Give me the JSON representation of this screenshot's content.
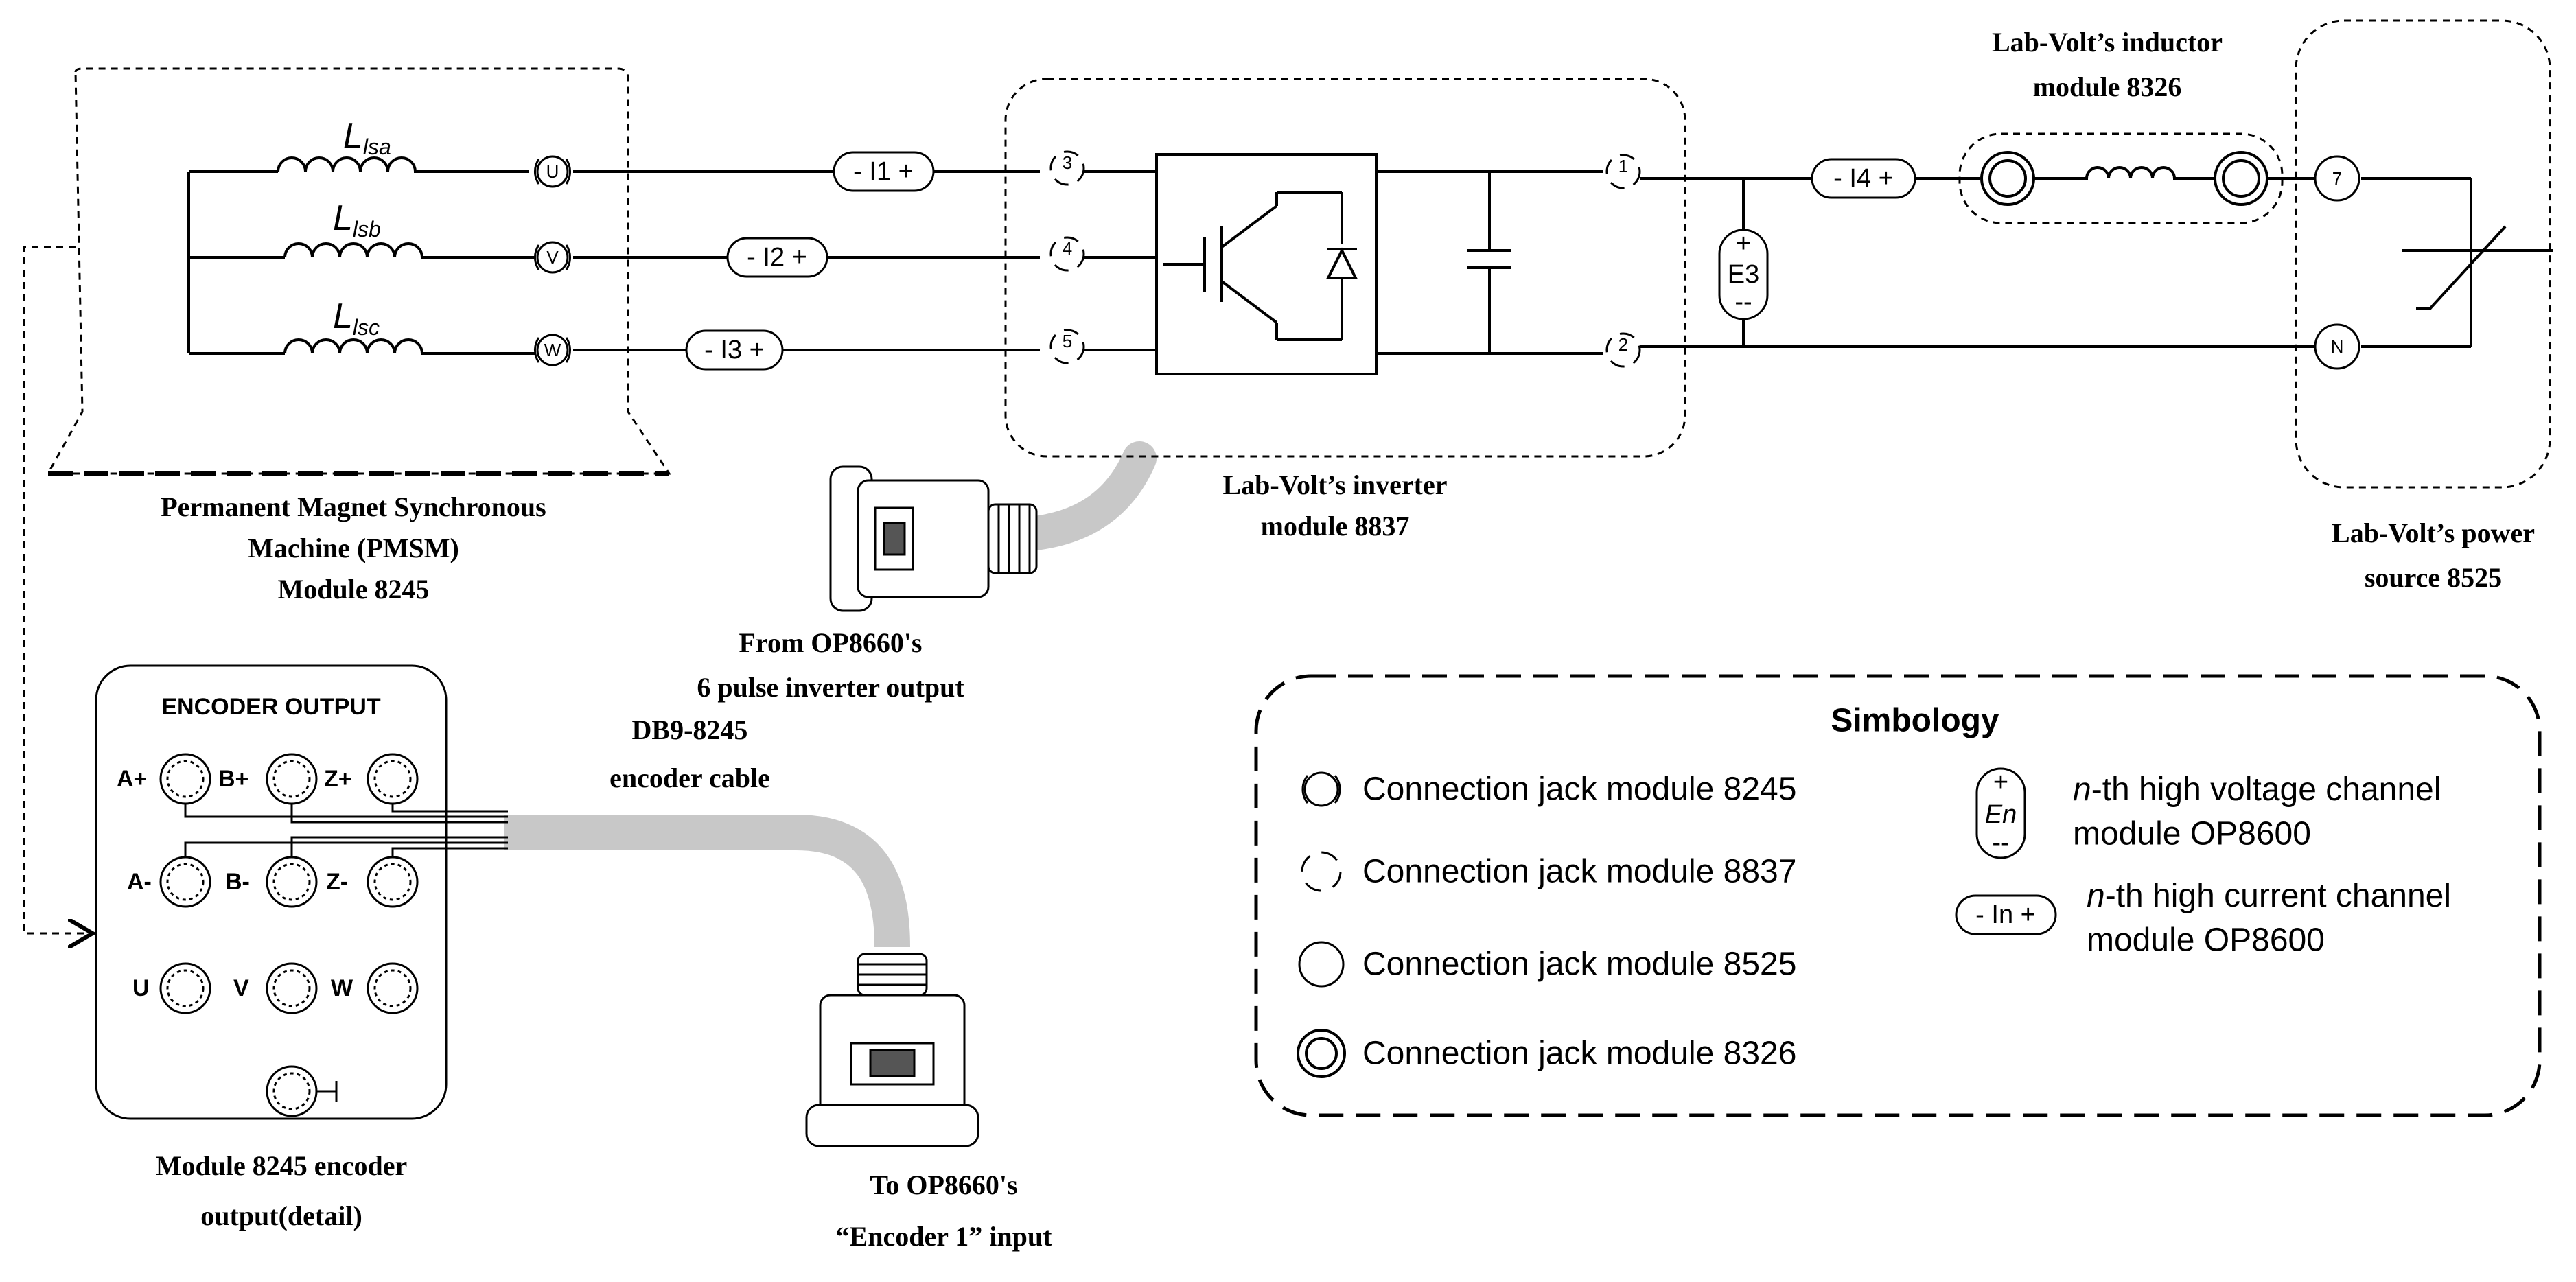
{
  "inductors": {
    "lsa": "L",
    "lsa_sub": "lsa",
    "lsb": "L",
    "lsb_sub": "lsb",
    "lsc": "L",
    "lsc_sub": "lsc"
  },
  "pmsm_jacks": {
    "u": "U",
    "v": "V",
    "w": "W"
  },
  "current_channels": {
    "i1": "- I1 +",
    "i2": "- I2 +",
    "i3": "- I3 +",
    "i4": "- I4 +"
  },
  "inverter_jacks": {
    "j3": "3",
    "j4": "4",
    "j5": "5",
    "j1": "1",
    "j2": "2"
  },
  "voltage_channel": {
    "plus": "+",
    "name": "E3",
    "minus": "--"
  },
  "source_jacks": {
    "j7": "7",
    "jn": "N"
  },
  "labels": {
    "pmsm": [
      "Permanent Magnet Synchronous",
      "Machine (PMSM)",
      "Module 8245"
    ],
    "inverter": [
      "Lab-Volt’s inverter",
      "module 8837"
    ],
    "inductor_module": [
      "Lab-Volt’s inductor",
      "module 8326"
    ],
    "power_source": [
      "Lab-Volt’s power",
      "source 8525"
    ],
    "from_op": [
      "From  OP8660's",
      "6 pulse inverter output"
    ],
    "db9": [
      "DB9-8245",
      "encoder cable"
    ],
    "encoder_detail": [
      "Module 8245 encoder",
      "output(detail)"
    ],
    "to_op": [
      "To OP8660's",
      "“Encoder 1” input"
    ]
  },
  "encoder_box": {
    "title": "ENCODER OUTPUT",
    "a_plus": "A+",
    "b_plus": "B+",
    "z_plus": "Z+",
    "a_minus": "A-",
    "b_minus": "B-",
    "z_minus": "Z-",
    "u": "U",
    "v": "V",
    "w": "W"
  },
  "simbology": {
    "title": "Simbology",
    "jack_8245": "Connection jack module 8245",
    "jack_8837": "Connection jack module 8837",
    "jack_8525": "Connection jack module 8525",
    "jack_8326": "Connection jack module 8326",
    "hv_symbol_plus": "+",
    "hv_symbol_name": "En",
    "hv_symbol_minus": "--",
    "hv_line1_em": "n",
    "hv_line1": "-th high voltage channel",
    "hv_line2": "module OP8600",
    "hc_symbol": "- In +",
    "hc_line1_em": "n",
    "hc_line1": "-th high current channel",
    "hc_line2": "module OP8600"
  },
  "colors": {
    "line": "#000000",
    "cable": "#c8c8c8",
    "background": "#ffffff"
  }
}
